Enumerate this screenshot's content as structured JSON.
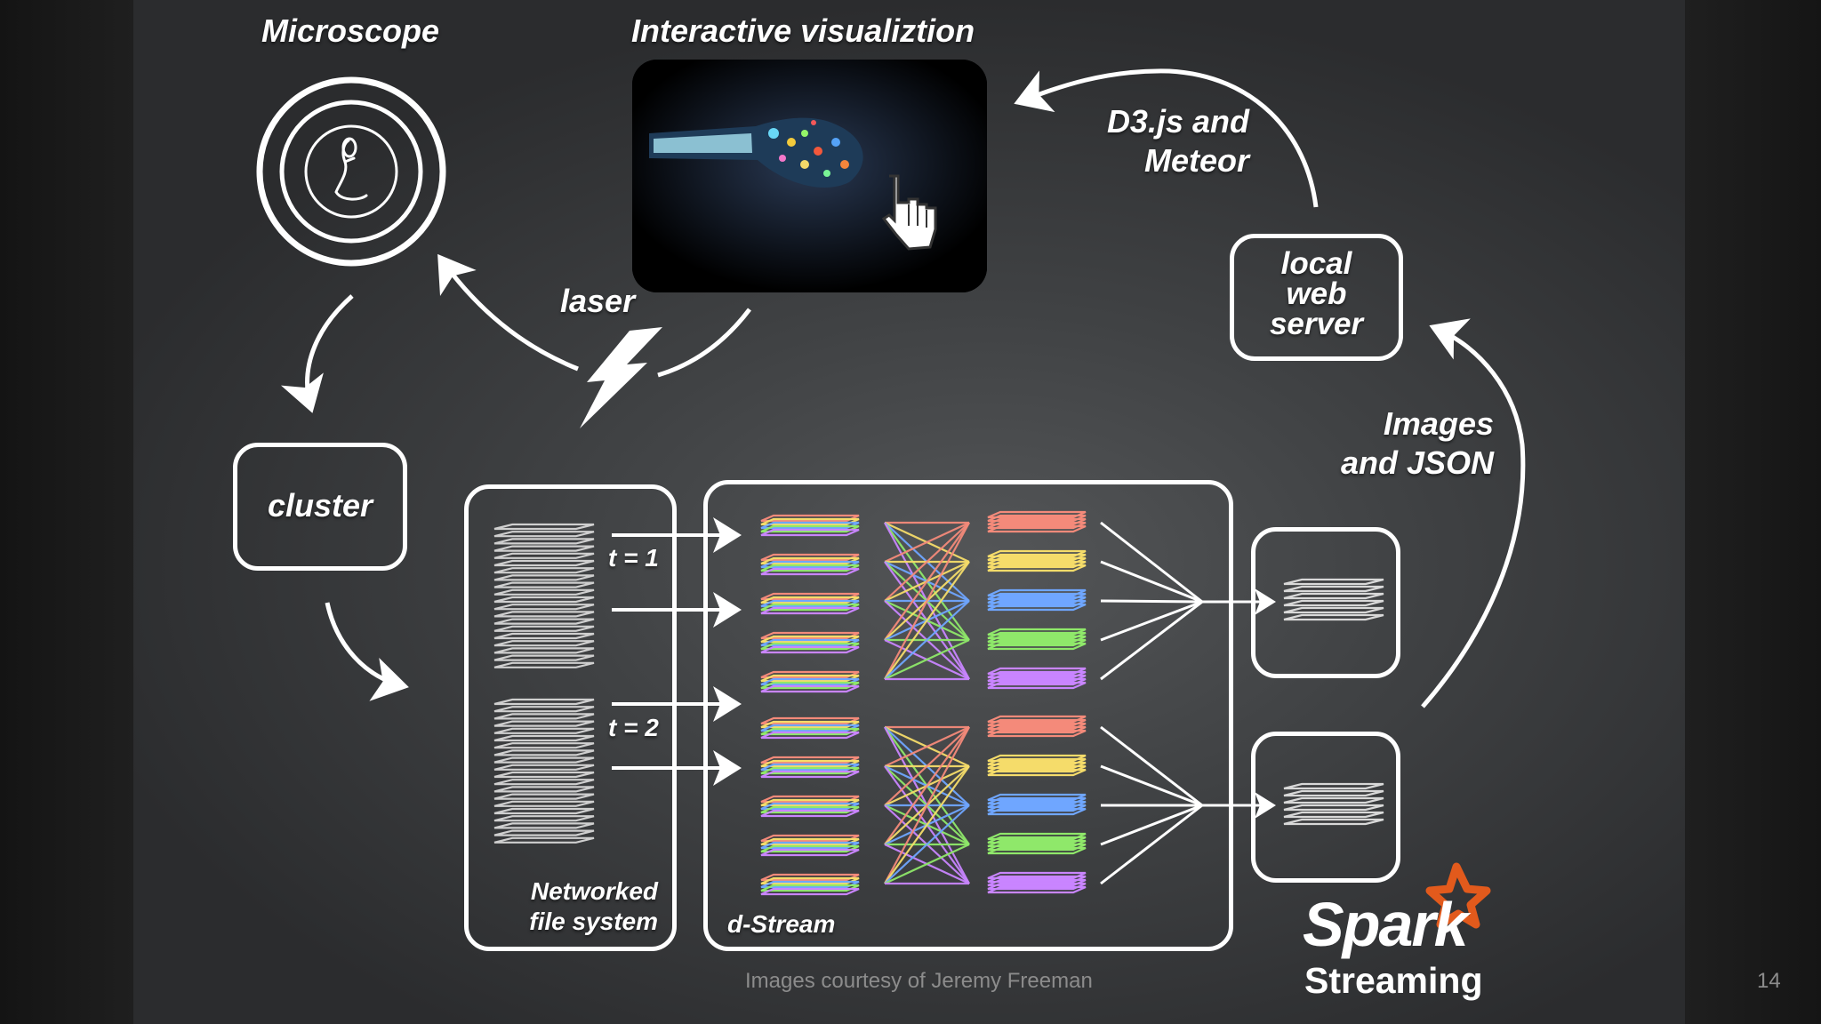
{
  "slide": {
    "labels": {
      "microscope": "Microscope",
      "interactive": "Interactive visualiztion",
      "laser": "laser",
      "d3": "D3.js and\nMeteor",
      "local_server": "local\nweb\nserver",
      "images_json": "Images\nand JSON",
      "cluster": "cluster",
      "t1": "t = 1",
      "t2": "t = 2",
      "nfs": "Networked\nfile system",
      "dstream": "d-Stream"
    },
    "spark": {
      "word": "Spark",
      "sub": "Streaming"
    },
    "footer": "Images courtesy of Jeremy Freeman",
    "page_number": "14",
    "icons": [
      "zebrafish-icon",
      "lightning-bolt-icon",
      "hand-cursor-icon",
      "spark-star-icon"
    ],
    "colors": {
      "spark_star": "#e25a1c",
      "layer_colors": [
        "#f48a7a",
        "#f5dc6a",
        "#6fa6ff",
        "#8fe86a",
        "#c985ff"
      ]
    }
  }
}
